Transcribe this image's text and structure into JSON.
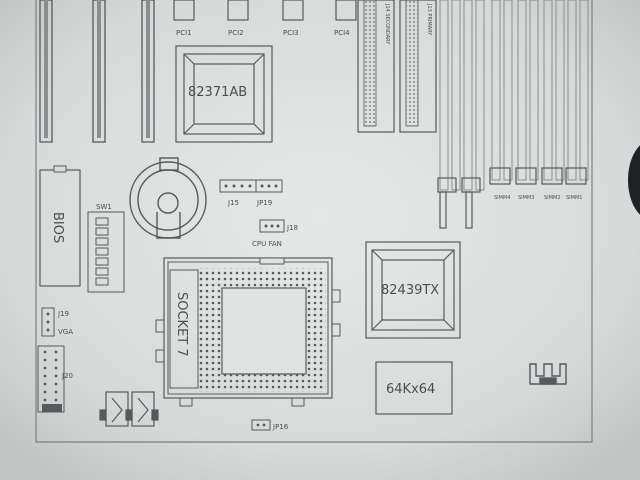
{
  "labels": {
    "pci": [
      "PCI1",
      "PCI2",
      "PCI3",
      "PCI4"
    ],
    "chip_north": "82371AB",
    "chip_ctrl": "82439TX",
    "cache": "64Kx64",
    "bios": "BIOS",
    "sw1": "SW1",
    "j15": "J15",
    "jp19": "JP19",
    "j18": "J18",
    "cpu_fan": "CPU FAN",
    "socket": "SOCKET 7",
    "j19": "J19",
    "vga": "VGA",
    "j20": "J20",
    "jp16": "JP16",
    "ide_secondary": "J14  SECONDARY",
    "ide_primary": "J13  PRIMARY",
    "simm": [
      "SIMM4",
      "SIMM3",
      "SIMM2",
      "SIMM1"
    ]
  }
}
